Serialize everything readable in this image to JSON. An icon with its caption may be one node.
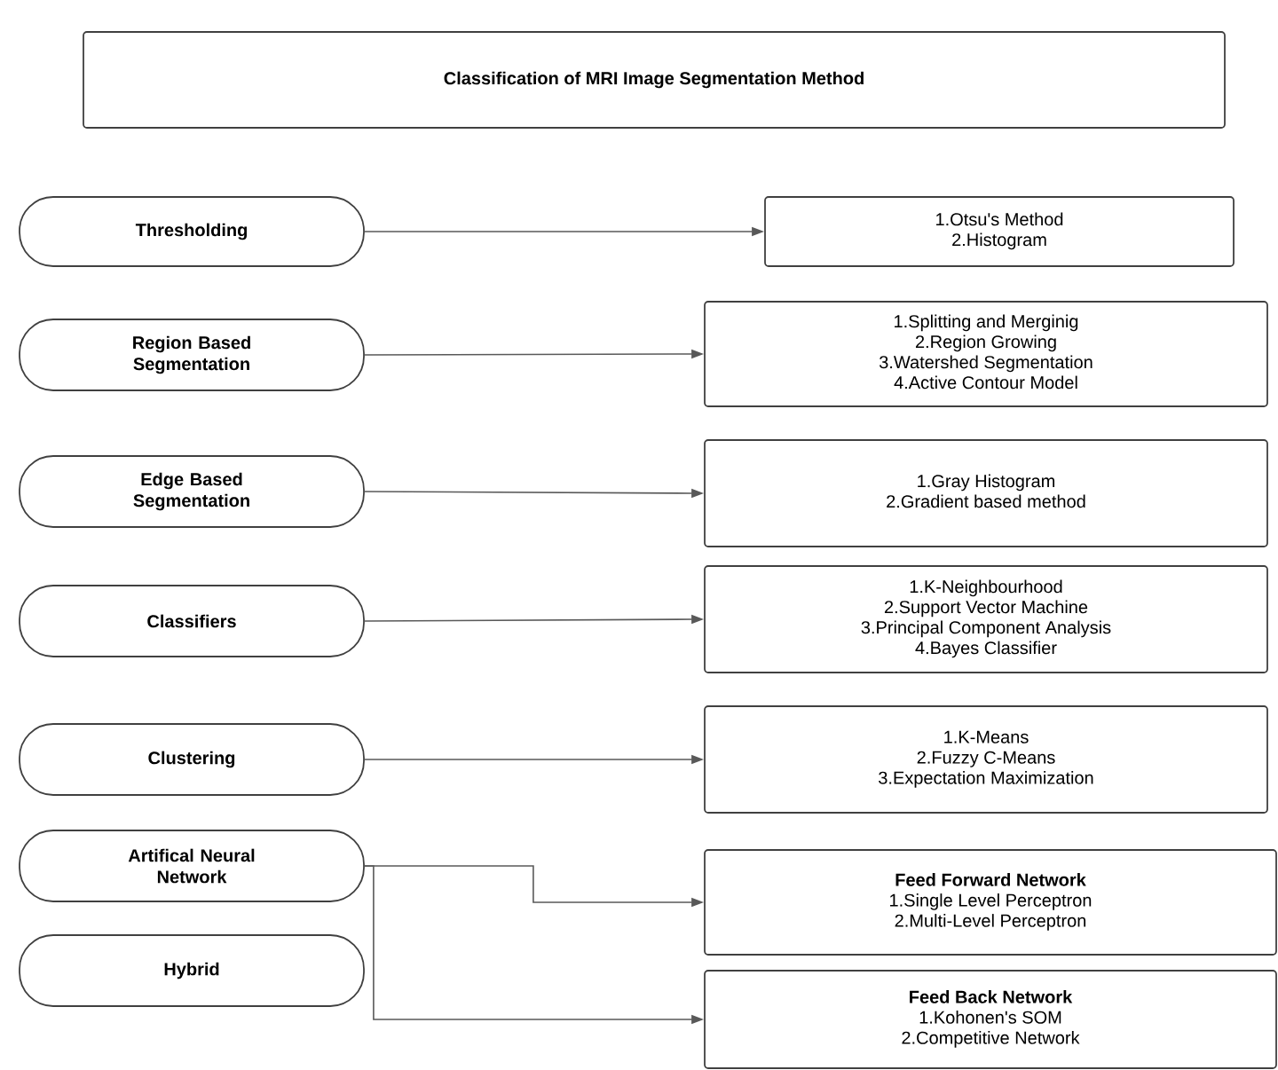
{
  "diagram": {
    "title": "Classification of MRI Image Segmentation Method",
    "nodes": [
      {
        "text": [
          "Thresholding"
        ]
      },
      {
        "text": [
          "1.Otsu's Method",
          "2.Histogram"
        ]
      },
      {
        "text": [
          "Region Based Segmentation"
        ]
      },
      {
        "text": [
          "1.Splitting and Merginig",
          "2.Region Growing",
          "3.Watershed Segmentation",
          "4.Active Contour Model"
        ]
      },
      {
        "text": [
          "Edge Based Segmentation"
        ]
      },
      {
        "text": [
          "1.Gray Histogram",
          "2.Gradient based method"
        ]
      },
      {
        "text": [
          "Classifiers"
        ]
      },
      {
        "text": [
          "1.K-Neighbourhood",
          "2.Support Vector Machine",
          "3.Principal Component Analysis",
          "4.Bayes Classifier"
        ]
      },
      {
        "text": [
          "Clustering"
        ]
      },
      {
        "text": [
          "1.K-Means",
          "2.Fuzzy C-Means",
          "3.Expectation Maximization"
        ]
      },
      {
        "text": [
          "Artifical Neural Network"
        ]
      },
      {
        "text": [
          "Feed Forward Network",
          "1.Single Level Perceptron",
          "2.Multi-Level Perceptron"
        ]
      },
      {
        "text": [
          "Hybrid"
        ]
      },
      {
        "text": [
          "Feed Back Network",
          "1.Kohonen's SOM",
          "2.Competitive Network"
        ]
      }
    ],
    "edges": [
      {
        "from": 0,
        "to": 1,
        "arrow": "to"
      },
      {
        "from": 2,
        "to": 3,
        "arrow": "to"
      },
      {
        "from": 4,
        "to": 5,
        "arrow": "to"
      },
      {
        "from": 6,
        "to": 7,
        "arrow": "to"
      },
      {
        "from": 8,
        "to": 9,
        "arrow": "to"
      },
      {
        "from": 10,
        "to": 11,
        "arrow": "to"
      },
      {
        "from": 10,
        "to": 13,
        "arrow": "to"
      }
    ]
  }
}
